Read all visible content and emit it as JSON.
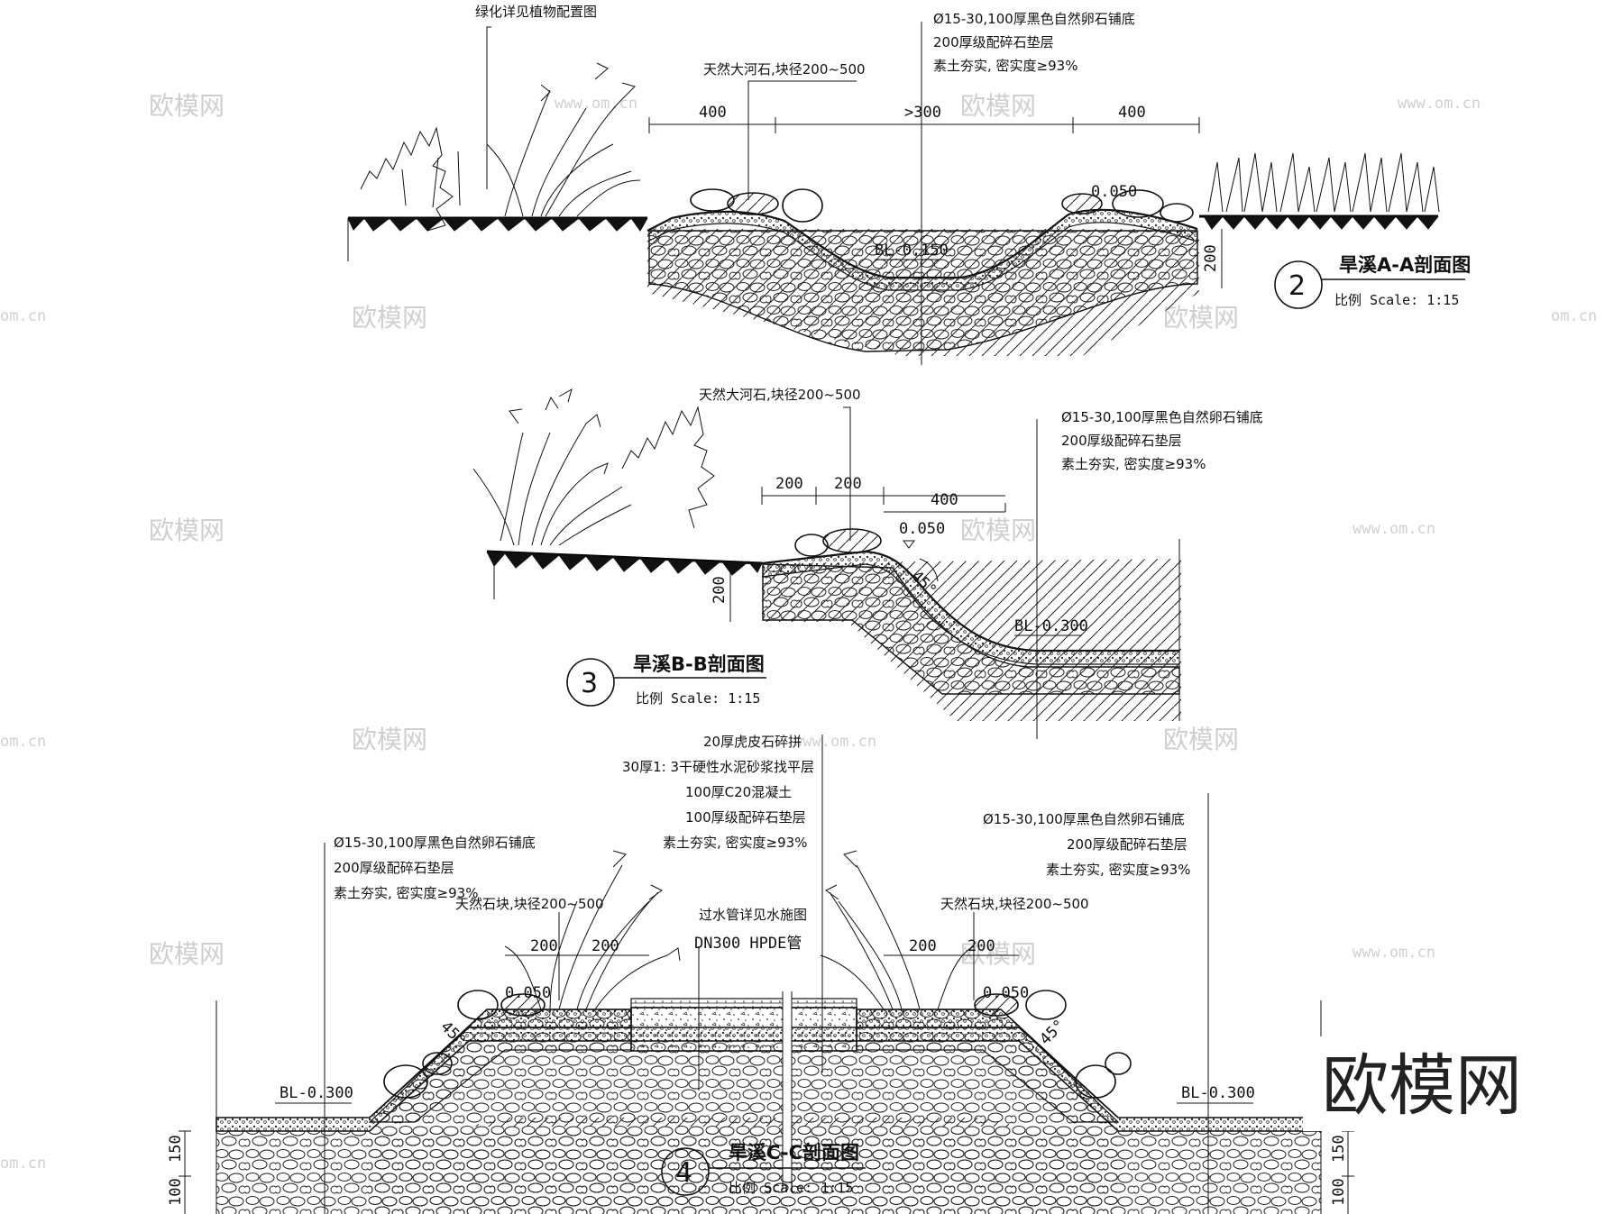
{
  "watermark": {
    "cn": "欧模网",
    "url": "www.om.cn",
    "url_short": "om.cn",
    "brand": "欧模网"
  },
  "section_a": {
    "num": "2",
    "title": "旱溪A-A剖面图",
    "scale": "比例 Scale: 1:15",
    "planting_note": "绿化详见植物配置图",
    "stone_note": "天然大河石,块径200~500",
    "layer_1": "Ø15-30,100厚黑色自然卵石铺底",
    "layer_2": "200厚级配碎石垫层",
    "layer_3": "素土夯实, 密实度≥93%",
    "dim_400_l": "400",
    "dim_300": ">300",
    "dim_400_r": "400",
    "dim_200": "200",
    "elev_top": "0.050",
    "elev_bottom": "BL-0.150"
  },
  "section_b": {
    "num": "3",
    "title": "旱溪B-B剖面图",
    "scale": "比例 Scale: 1:15",
    "stone_note": "天然大河石,块径200~500",
    "layer_1": "Ø15-30,100厚黑色自然卵石铺底",
    "layer_2": "200厚级配碎石垫层",
    "layer_3": "素土夯实, 密实度≥93%",
    "dim_200_a": "200",
    "dim_200_b": "200",
    "dim_400": "400",
    "dim_200_v": "200",
    "elev_top": "0.050",
    "angle": "45°",
    "elev_bottom": "BL-0.300"
  },
  "section_c": {
    "num": "4",
    "title": "旱溪C-C剖面图",
    "scale": "比例 Scale: 1:15",
    "bridge_1": "20厚虎皮石碎拼",
    "bridge_2": "30厚1: 3干硬性水泥砂浆找平层",
    "bridge_3": "100厚C20混凝土",
    "bridge_4": "100厚级配碎石垫层",
    "bridge_5": "素土夯实, 密实度≥93%",
    "left_layer_1": "Ø15-30,100厚黑色自然卵石铺底",
    "left_layer_2": "200厚级配碎石垫层",
    "left_layer_3": "素土夯实, 密实度≥93%",
    "right_layer_1": "Ø15-30,100厚黑色自然卵石铺底",
    "right_layer_2": "200厚级配碎石垫层",
    "right_layer_3": "素土夯实, 密实度≥93%",
    "stone_left": "天然石块,块径200~500",
    "stone_right": "天然石块,块径200~500",
    "pipe_1": "过水管详见水施图",
    "pipe_2": "DN300 HPDE管",
    "dim_200_l1": "200",
    "dim_200_l2": "200",
    "dim_200_r1": "200",
    "dim_200_r2": "200",
    "elev_left": "0.050",
    "elev_right": "0.050",
    "angle_l": "45°",
    "angle_r": "45°",
    "bl_left": "BL-0.300",
    "bl_right": "BL-0.300",
    "dim_150_l": "150",
    "dim_100_l": "100",
    "dim_150_r": "150",
    "dim_100_r": "100"
  }
}
